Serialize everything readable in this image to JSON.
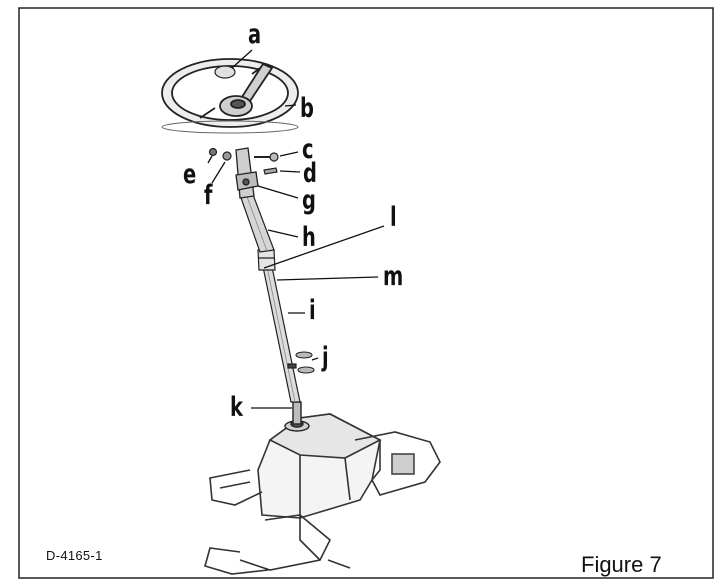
{
  "labels": {
    "a": "a",
    "b": "b",
    "c": "c",
    "d": "d",
    "e": "e",
    "f": "f",
    "g": "g",
    "h": "h",
    "i": "i",
    "j": "j",
    "k": "k",
    "l": "l",
    "m": "m"
  },
  "drawing_code": "D-4165-1",
  "figure_caption": "Figure 7"
}
